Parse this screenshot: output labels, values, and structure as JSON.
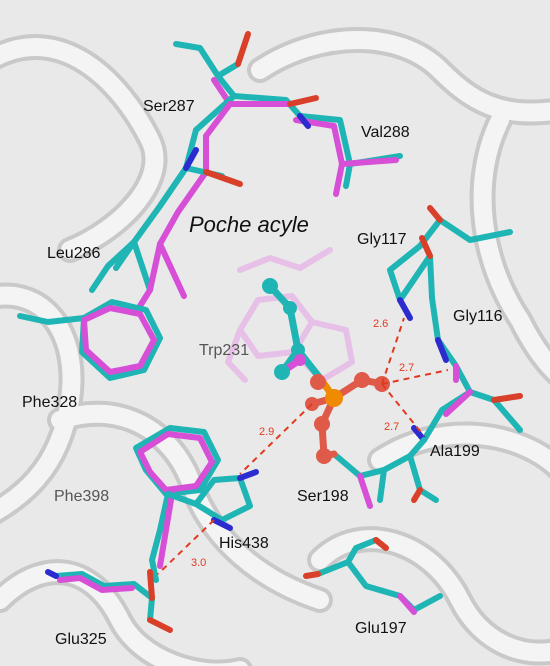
{
  "region_label": "Poche acyle",
  "residues": {
    "ser287": "Ser287",
    "val288": "Val288",
    "leu286": "Leu286",
    "gly117": "Gly117",
    "gly116": "Gly116",
    "trp231": "Trp231",
    "phe328": "Phe328",
    "ala199": "Ala199",
    "phe398": "Phe398",
    "ser198": "Ser198",
    "his438": "His438",
    "glu197": "Glu197",
    "glu325": "Glu325"
  },
  "distances": {
    "d1": "2.6",
    "d2": "2.7",
    "d3": "2.7",
    "d4": "2.9",
    "d5": "3.0"
  },
  "colors": {
    "background": "#e9e9e9",
    "ribbon": "#ffffff",
    "cyan_model": "#1fb5b5",
    "magenta_model": "#d64fd6",
    "oxygen": "#d9402a",
    "nitrogen": "#2b2bd0",
    "phosphorus": "#f08a00",
    "ligand_oxygen": "#e05a4a",
    "hbond": "#e03a1e"
  }
}
